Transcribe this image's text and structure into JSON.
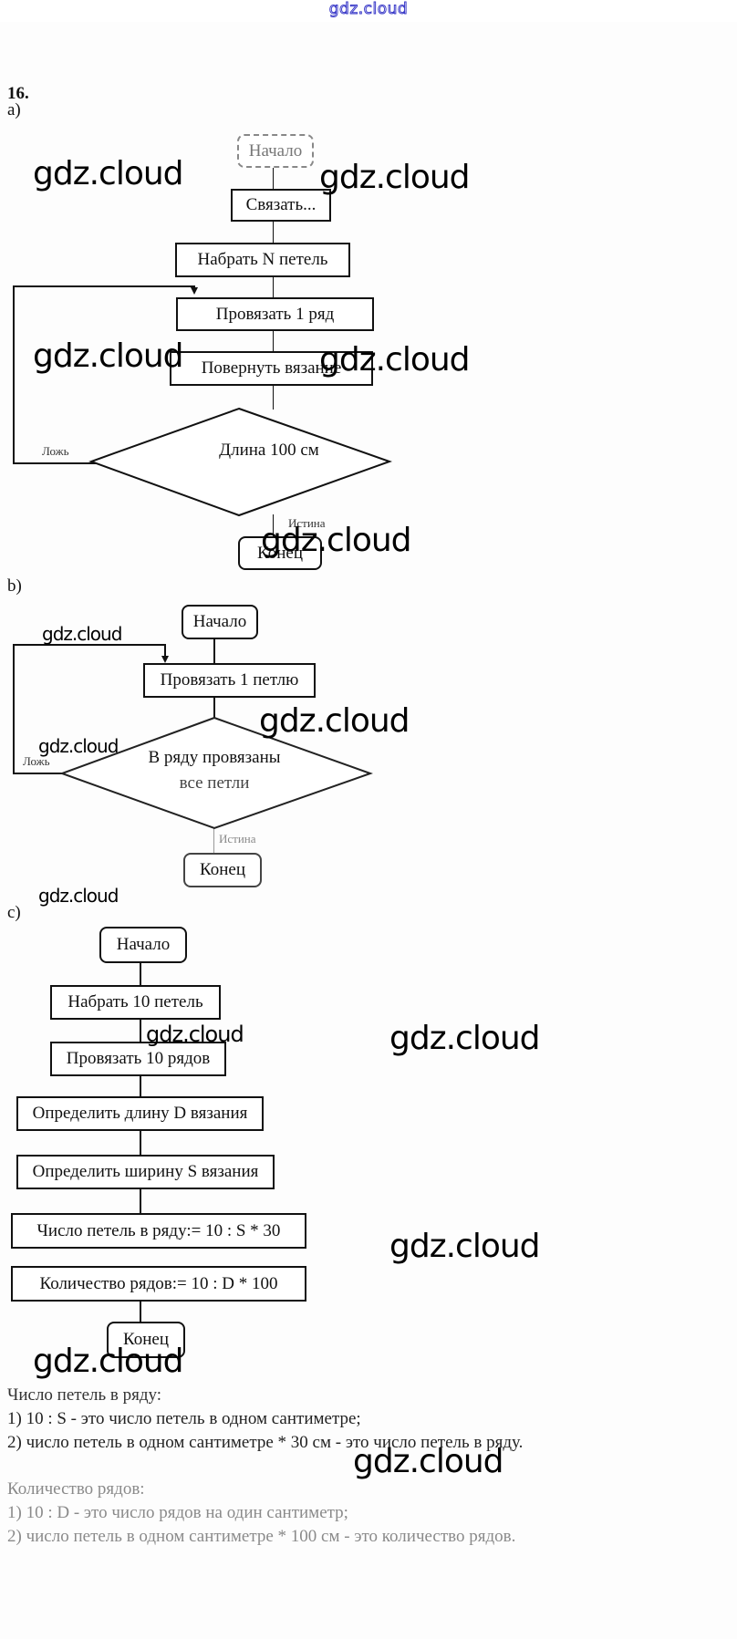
{
  "header": {
    "site_logo": "gdz.cloud",
    "logo_color": "#3a3ac8"
  },
  "task": {
    "number": "16."
  },
  "watermark": "gdz.cloud",
  "part_a": {
    "label": "а)",
    "start": "Начало",
    "step1": "Связать...",
    "step2": "Набрать N петель",
    "step3": "Провязать 1 ряд",
    "step4": "Повернуть вязание",
    "condition": "Длина 100 см",
    "false_label": "Ложь",
    "true_label": "Истина",
    "end": "Конец"
  },
  "part_b": {
    "label": "b)",
    "start": "Начало",
    "step1": "Провязать 1 петлю",
    "condition_line1": "В ряду провязаны",
    "condition_line2": "все петли",
    "false_label": "Ложь",
    "true_label": "Истина",
    "end": "Конец"
  },
  "part_c": {
    "label": "c)",
    "start": "Начало",
    "step1": "Набрать 10 петель",
    "step2": "Провязать 10 рядов",
    "step3": "Определить длину D вязания",
    "step4": "Определить ширину S вязания",
    "step5": "Число петель в ряду:= 10 : S * 30",
    "step6": "Количество рядов:= 10 : D * 100",
    "end": "Конец"
  },
  "explanation": {
    "loops_title": "Число петель в ряду:",
    "loops_1": "1) 10 : S - это число петель в одном сантиметре;",
    "loops_2": "2) число петель в одном сантиметре * 30 см - это число петель в ряду.",
    "rows_title": "Количество рядов:",
    "rows_1": "1) 10 : D - это число рядов на один сантиметр;",
    "rows_2": "2) число петель в одном сантиметре * 100 см - это количество рядов."
  }
}
